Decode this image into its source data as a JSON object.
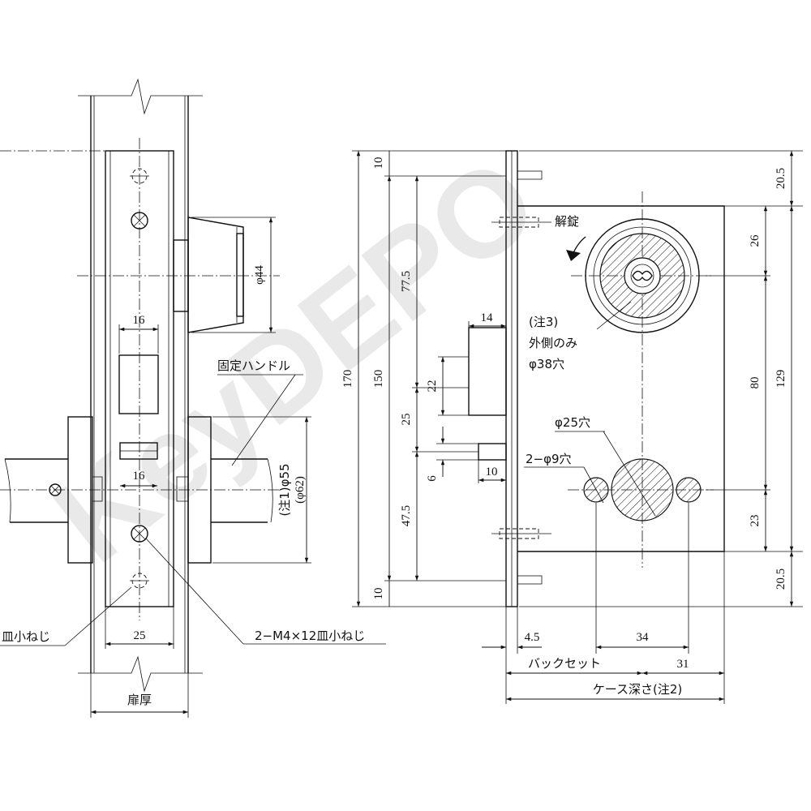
{
  "watermark": "KeyDEPO",
  "left_view": {
    "dim_16_top": "16",
    "dim_16_bottom": "16",
    "dim_25": "25",
    "dim_phi44": "φ44",
    "dim_phi55": "(注1)φ55",
    "dim_phi62": "(φ62)",
    "label_fixed_handle": "固定ハンドル",
    "label_flat_screw_left": "皿小ねじ",
    "label_screw": "2−M4×12皿小ねじ",
    "label_door_thickness": "扉厚"
  },
  "right_view": {
    "dim_170": "170",
    "dim_150": "150",
    "dim_10_top": "10",
    "dim_10_bottom": "10",
    "dim_77_5": "77.5",
    "dim_25": "25",
    "dim_47_5": "47.5",
    "dim_22": "22",
    "dim_14": "14",
    "dim_6": "6",
    "dim_10_latch": "10",
    "dim_20_5_top": "20.5",
    "dim_20_5_bottom": "20.5",
    "dim_26": "26",
    "dim_80": "80",
    "dim_23": "23",
    "dim_129": "129",
    "dim_4_5": "4.5",
    "dim_34": "34",
    "dim_31": "31",
    "label_unlock": "解錠",
    "note3_line1": "(注3)",
    "note3_line2": "外側のみ",
    "note3_line3": "φ38穴",
    "label_phi25": "φ25穴",
    "label_2phi9": "2−φ9穴",
    "label_backset": "バックセット",
    "label_case_depth": "ケース深さ(注2)"
  }
}
